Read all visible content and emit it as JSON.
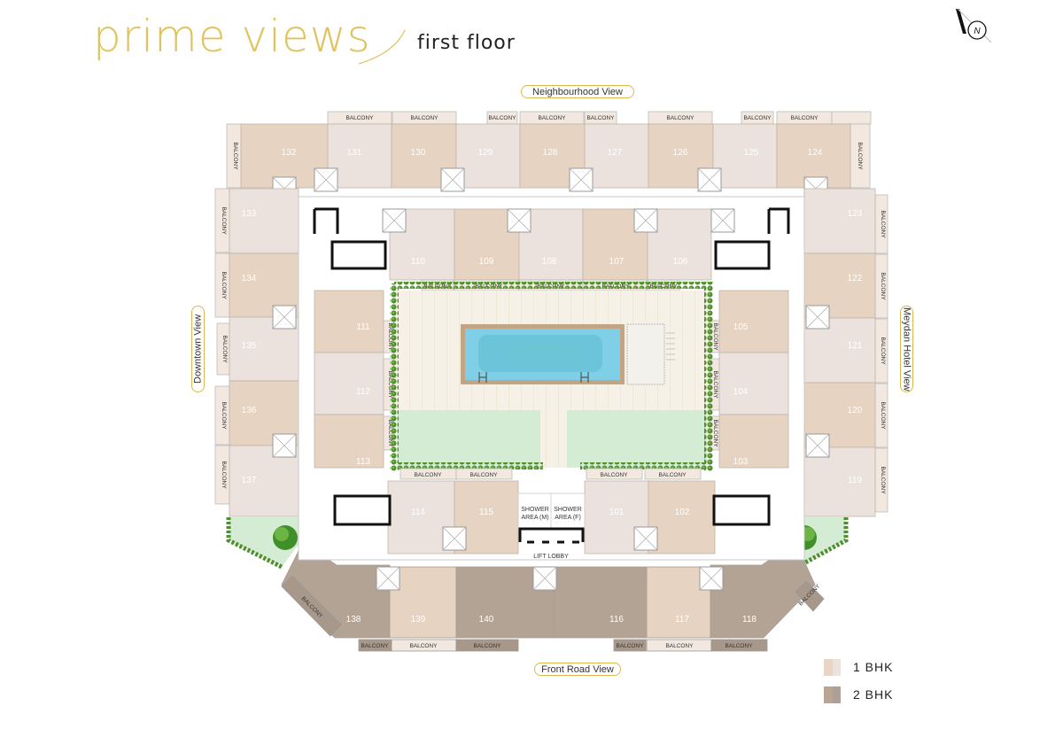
{
  "header": {
    "brand": "prime views",
    "floor": "first floor",
    "compass_label": "N"
  },
  "views": {
    "top": "Neighbourhood View",
    "left": "Downtown View",
    "right": "Meydan Hotel View",
    "bottom": "Front Road View"
  },
  "colors": {
    "brand_gold": "#e0c35e",
    "one_bhk_a": "#e8d5c3",
    "one_bhk_b": "#ebe2dd",
    "two_bhk_a": "#b8a693",
    "two_bhk_b": "#ad9f94",
    "pool": "#6ec8dc",
    "lawn": "#d4ecd3",
    "deck": "#f5f1e6",
    "hedge": "#4f8f2f"
  },
  "legend": [
    {
      "label": "1 BHK",
      "swatch": [
        "#e8d5c3",
        "#ebe2dd"
      ]
    },
    {
      "label": "2 BHK",
      "swatch": [
        "#b8a693",
        "#ad9f94"
      ]
    }
  ],
  "labels": {
    "balcony": "BALCONY",
    "shower_m_1": "SHOWER",
    "shower_m_2": "AREA (M)",
    "shower_f_1": "SHOWER",
    "shower_f_2": "AREA (F)",
    "lift_lobby": "LIFT LOBBY"
  },
  "units": {
    "outer_top": [
      "132",
      "131",
      "130",
      "129",
      "128",
      "127",
      "126",
      "125",
      "124"
    ],
    "outer_left": [
      "133",
      "134",
      "135",
      "136",
      "137"
    ],
    "outer_right": [
      "123",
      "122",
      "121",
      "120",
      "119"
    ],
    "outer_bottom": [
      "138",
      "139",
      "140",
      "116",
      "117",
      "118"
    ],
    "inner_top": [
      "110",
      "109",
      "108",
      "107",
      "106"
    ],
    "inner_left": [
      "111",
      "112",
      "113"
    ],
    "inner_right": [
      "105",
      "104",
      "103"
    ],
    "inner_bottom": [
      "114",
      "115",
      "101",
      "102"
    ]
  }
}
